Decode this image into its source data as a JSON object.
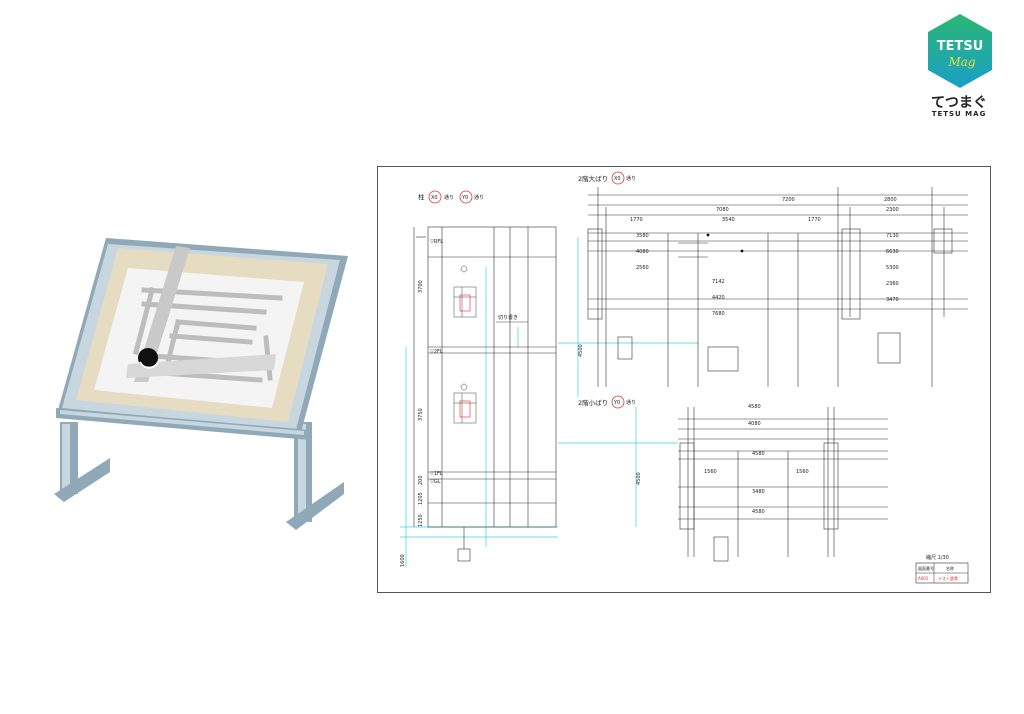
{
  "logo": {
    "wordmark_line1": "TETSU",
    "wordmark_line2": "Mag",
    "japanese": "てつまぐ",
    "english": "TETSU MAG",
    "colors": {
      "hex_top": "#2bb673",
      "hex_bottom": "#1aa0c8",
      "accent": "#e8e13a"
    }
  },
  "illustration": {
    "name": "drafting-table",
    "colors": {
      "frame": "#8fa9b8",
      "board": "#e6dcc1",
      "paper": "#f2f2f2",
      "ruler": "#c9c9c9",
      "lines": "#b8b8b8",
      "knob": "#111111"
    }
  },
  "drawing": {
    "column_title": {
      "prefix": "柱",
      "grid_x": "X0",
      "grid_y": "Y0",
      "suffix": "通り"
    },
    "beam_x_title": {
      "prefix": "2階大ばり",
      "grid": "X0",
      "suffix": "通り"
    },
    "beam_y_title": {
      "prefix": "2階小ばり",
      "grid": "Y0",
      "suffix": "通り"
    },
    "levels": {
      "rfl": "▽RFL",
      "second": "▽2FL",
      "first": "▽1FL",
      "gl": "▽GL"
    },
    "column_dims": [
      "3700",
      "3750",
      "200",
      "1205",
      "1250"
    ],
    "cut_label": "切り書き",
    "beam_x_top_dims": [
      "7200",
      "2800",
      "7080",
      "2300",
      "1770",
      "3540",
      "1770"
    ],
    "beam_x_member_dims": [
      "3580",
      "4080",
      "2560",
      "7142",
      "4420",
      "7680",
      "7130",
      "6630",
      "5300",
      "2360",
      "3470"
    ],
    "beam_y_top_dims": [
      "4580",
      "4080"
    ],
    "beam_y_member_dims": [
      "4580",
      "1560",
      "1560",
      "3480",
      "4580"
    ],
    "side_dims": [
      "4500",
      "4500",
      "1600"
    ],
    "scale_note": "縮尺 1/30",
    "title_block": {
      "col1": "図面番号",
      "col2": "名称",
      "red1": "A001",
      "red2": "テスト鉄骨"
    }
  }
}
